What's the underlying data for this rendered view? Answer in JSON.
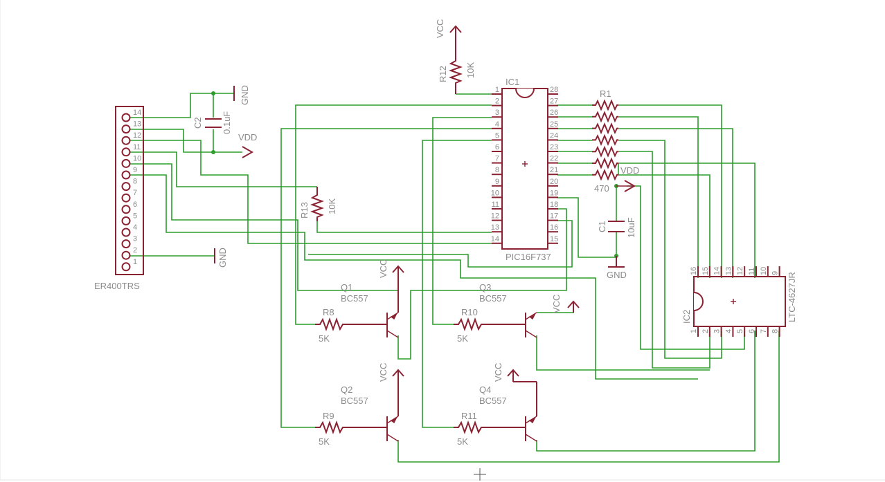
{
  "components": {
    "ic1": {
      "name": "IC1",
      "value": "PIC16F737",
      "left_pins": [
        "1",
        "2",
        "3",
        "4",
        "5",
        "6",
        "7",
        "8",
        "9",
        "10",
        "11",
        "12",
        "13",
        "14"
      ],
      "right_pins": [
        "28",
        "27",
        "26",
        "25",
        "24",
        "23",
        "22",
        "21",
        "20",
        "19",
        "18",
        "17",
        "16",
        "15"
      ]
    },
    "ic2": {
      "name": "IC2",
      "value": "LTC-4627JR",
      "top_pins": [
        "16",
        "15",
        "14",
        "13",
        "12",
        "11",
        "10",
        "9"
      ],
      "bottom_pins": [
        "1",
        "2",
        "3",
        "4",
        "5",
        "6",
        "7",
        "8"
      ]
    },
    "er400": {
      "name": "ER400TRS",
      "pins": [
        "14",
        "13",
        "12",
        "11",
        "10",
        "9",
        "8",
        "7",
        "6",
        "5",
        "4",
        "3",
        "2",
        "1"
      ]
    },
    "r1": {
      "name": "R1",
      "value": "470"
    },
    "r12": {
      "name": "R12",
      "value": "10K"
    },
    "r13": {
      "name": "R13",
      "value": "10K"
    },
    "r8": {
      "name": "R8",
      "value": "5K"
    },
    "r9": {
      "name": "R9",
      "value": "5K"
    },
    "r10": {
      "name": "R10",
      "value": "5K"
    },
    "r11": {
      "name": "R11",
      "value": "5K"
    },
    "c1": {
      "name": "C1",
      "value": "10uF"
    },
    "c2": {
      "name": "C2",
      "value": "0.1uF"
    },
    "q1": {
      "name": "Q1",
      "value": "BC557"
    },
    "q2": {
      "name": "Q2",
      "value": "BC557"
    },
    "q3": {
      "name": "Q3",
      "value": "BC557"
    },
    "q4": {
      "name": "Q4",
      "value": "BC557"
    }
  },
  "supplies": {
    "vcc": "VCC",
    "vdd": "VDD",
    "gnd": "GND"
  },
  "colors": {
    "wire": "#2a9d2a",
    "part": "#8b2232",
    "text": "#8c8c8c"
  }
}
